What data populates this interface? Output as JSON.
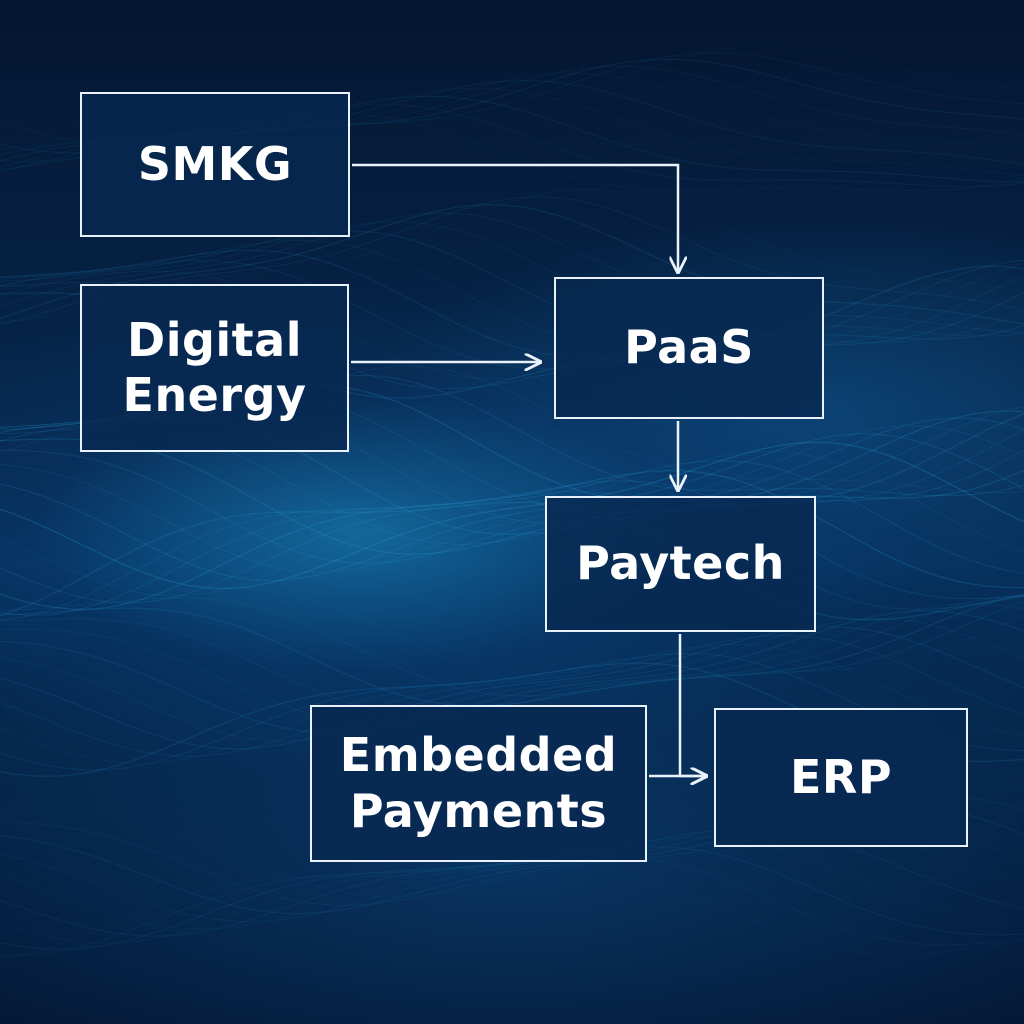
{
  "nodes": {
    "smkg": "SMKG",
    "digital_energy": "Digital\nEnergy",
    "paas": "PaaS",
    "paytech": "Paytech",
    "embedded_payments": "Embedded\nPayments",
    "erp": "ERP"
  },
  "edges": [
    {
      "from": "smkg",
      "to": "paas"
    },
    {
      "from": "digital_energy",
      "to": "paas"
    },
    {
      "from": "paas",
      "to": "paytech"
    },
    {
      "from": "paytech",
      "to": "erp"
    },
    {
      "from": "embedded_payments",
      "to": "erp"
    }
  ],
  "colors": {
    "background": "#061a33",
    "box_fill": "#072850",
    "box_border": "#e9f1fa",
    "text": "#ffffff",
    "connector": "#e9f1fa",
    "wave": "#2aa8e0"
  }
}
